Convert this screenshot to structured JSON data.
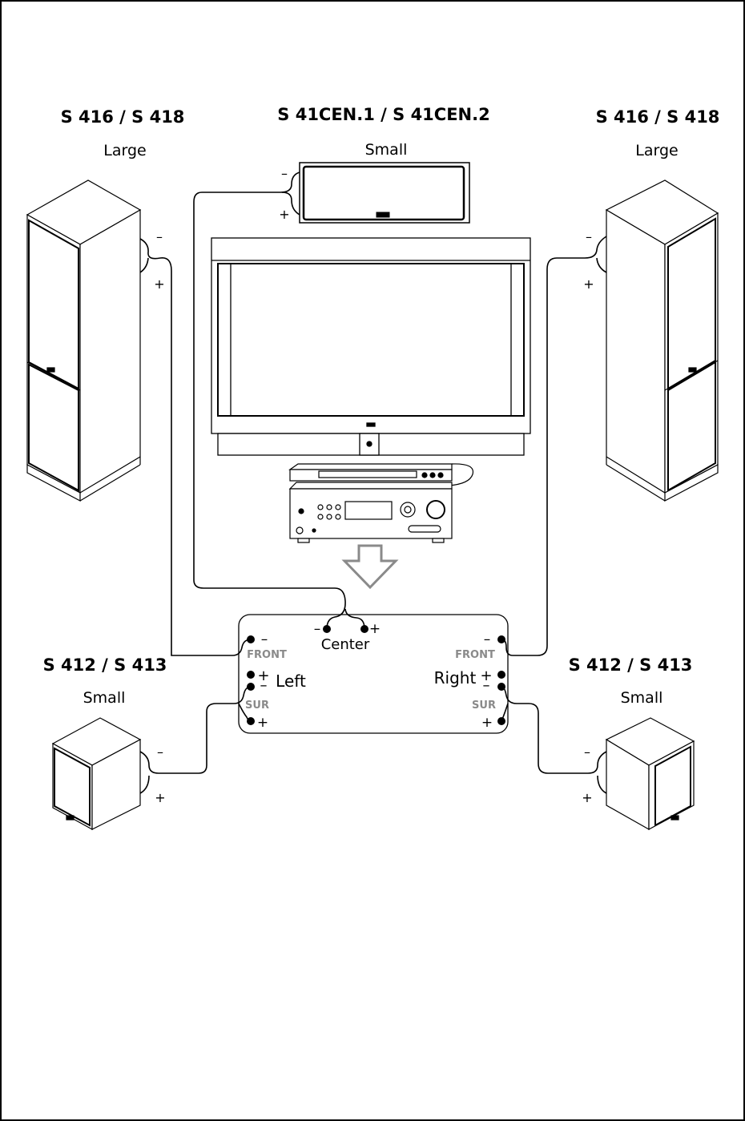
{
  "colors": {
    "line": "#000000",
    "panel_label": "#8a8a8a",
    "arrow": "#8a8a8a",
    "background": "#ffffff"
  },
  "speakers": {
    "front_left": {
      "model": "S 416 / S 418",
      "size": "Large",
      "minus": "–",
      "plus": "+"
    },
    "center": {
      "model": "S 41CEN.1 / S 41CEN.2",
      "size": "Small",
      "minus": "–",
      "plus": "+"
    },
    "front_right": {
      "model": "S 416 / S 418",
      "size": "Large",
      "minus": "–",
      "plus": "+"
    },
    "surround_left": {
      "model": "S 412 / S 413",
      "size": "Small",
      "minus": "–",
      "plus": "+"
    },
    "surround_right": {
      "model": "S 412 / S 413",
      "size": "Small",
      "minus": "–",
      "plus": "+"
    }
  },
  "panel": {
    "center_label": "Center",
    "center_minus": "–",
    "center_plus": "+",
    "front_label": "FRONT",
    "sur_label": "SUR",
    "left_label": "Left",
    "right_label": "Right",
    "minus": "–",
    "plus": "+"
  },
  "icons": [
    "floorstanding-speaker-icon",
    "center-speaker-icon",
    "tv-icon",
    "disc-player-icon",
    "receiver-icon",
    "down-arrow-icon",
    "bookshelf-speaker-icon"
  ]
}
